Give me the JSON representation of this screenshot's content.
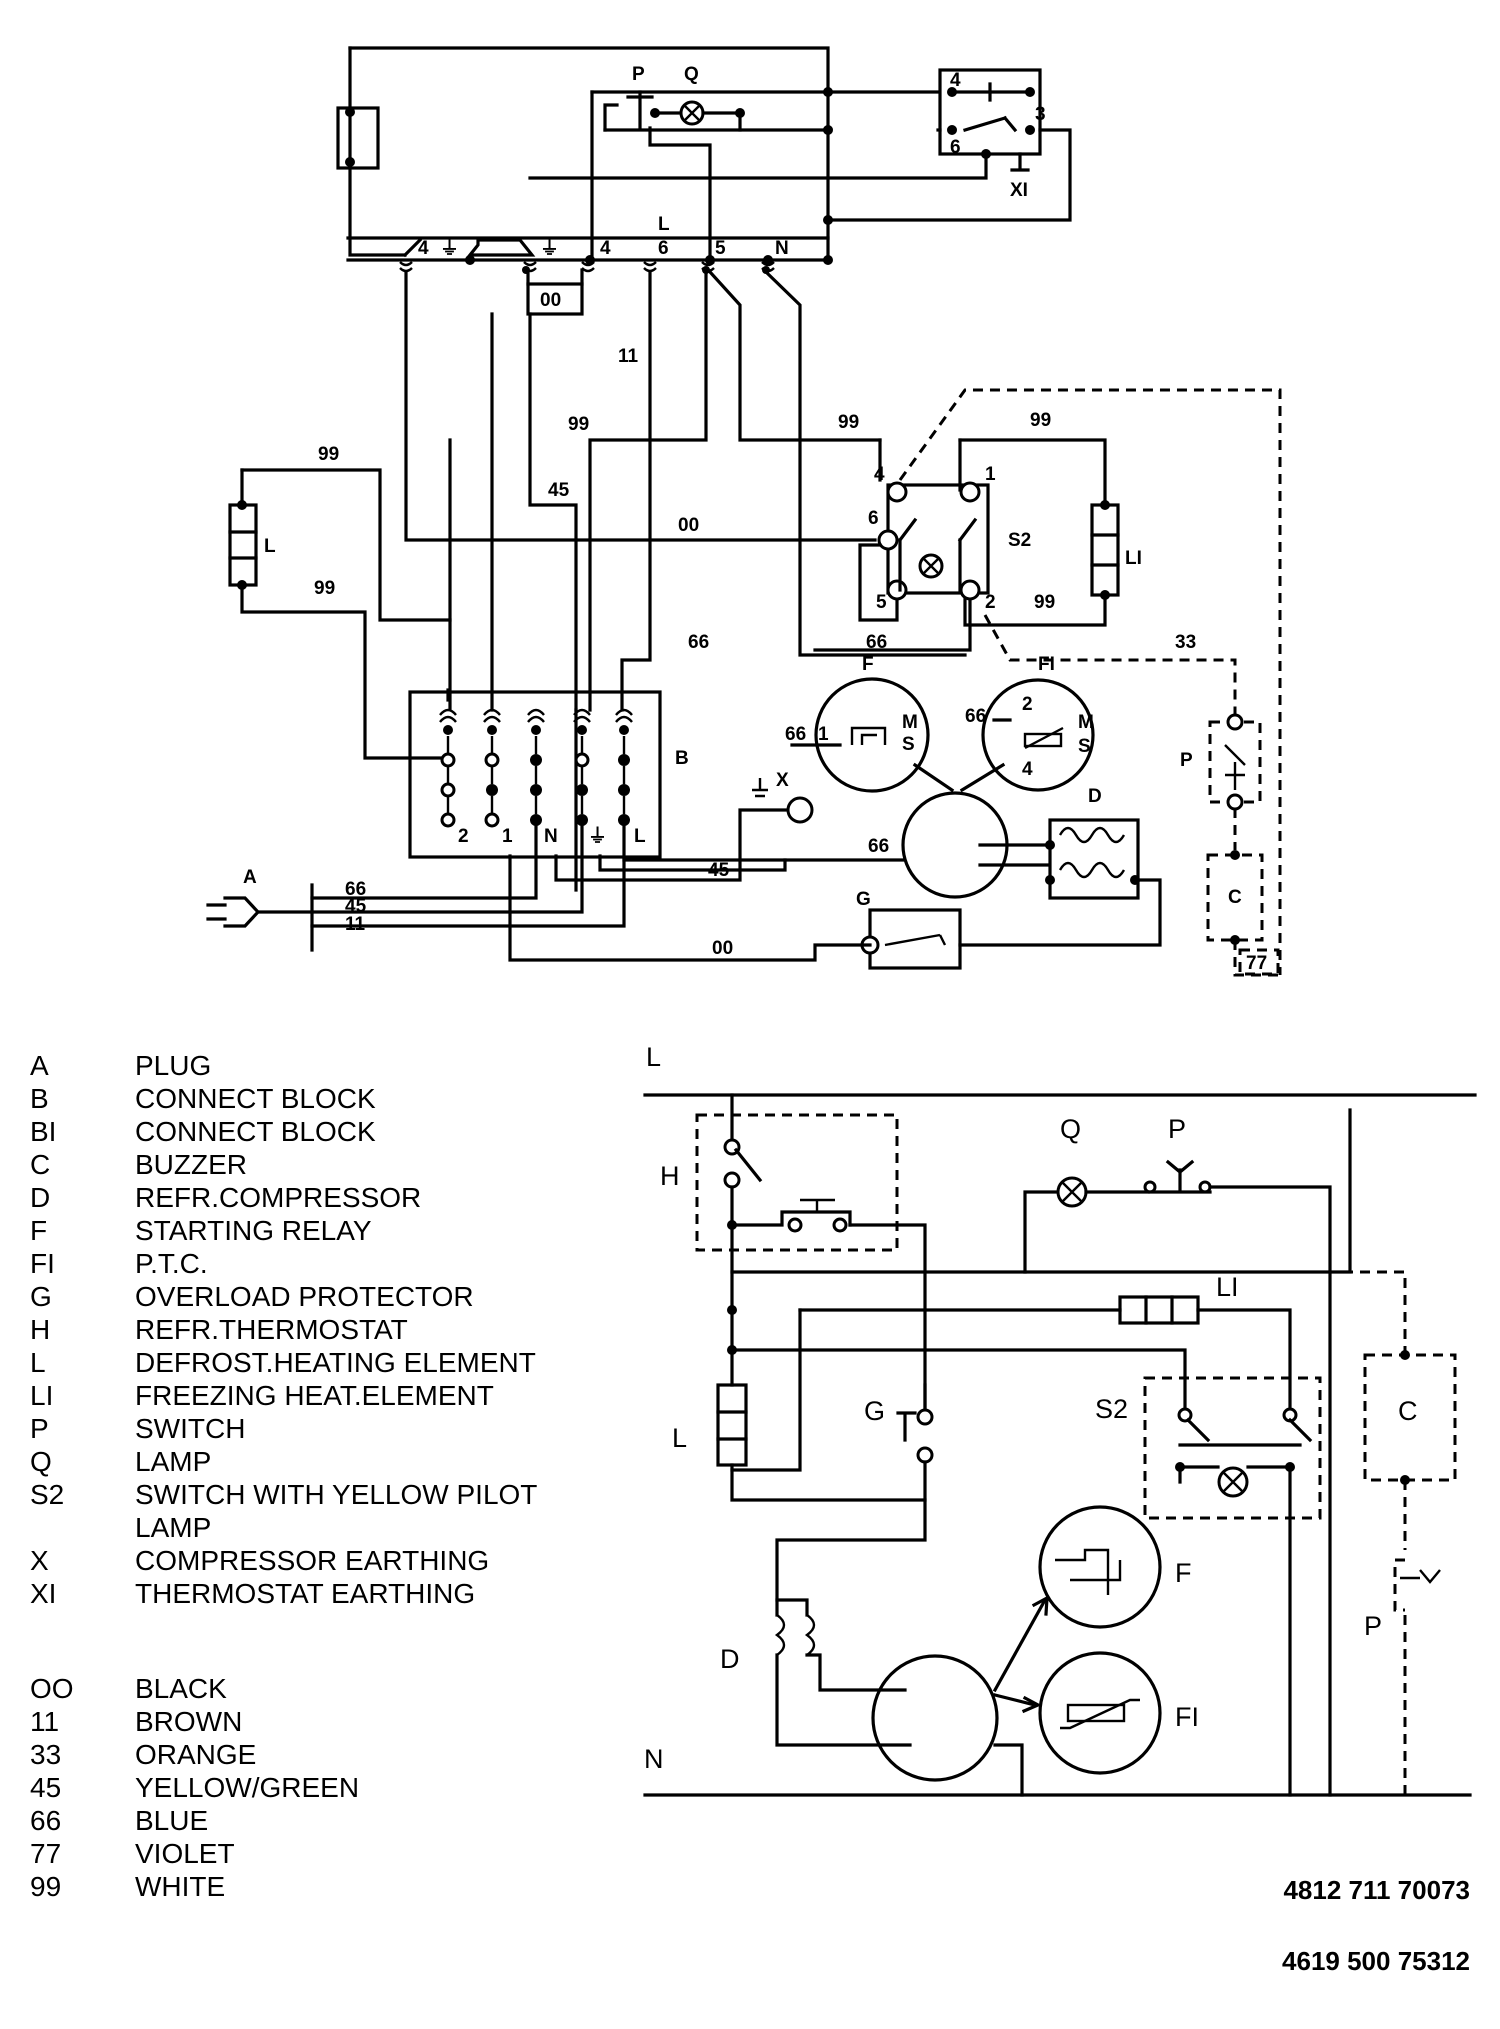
{
  "wiring_diagram": {
    "terminal_strip": [
      "4",
      "⏚",
      "⏚",
      "4",
      "L",
      "6",
      "5",
      "N"
    ],
    "thermostat_terminals": [
      "4",
      "3",
      "6"
    ],
    "thermostat_earth_label": "XI",
    "switch_top_labels": [
      "P",
      "Q"
    ],
    "wire_codes": {
      "black": "00",
      "brown": "11",
      "orange": "33",
      "yellow_green": "45",
      "blue": "66",
      "violet": "77",
      "white": "99"
    },
    "s2_terminals": [
      "4",
      "1",
      "6",
      "5",
      "2"
    ],
    "component_labels": {
      "s2": "S2",
      "li": "LI",
      "l": "L",
      "b": "B",
      "a": "A",
      "x": "X",
      "f": "F",
      "fi": "FI",
      "d": "D",
      "g": "G",
      "p": "P",
      "c": "C"
    },
    "block_terminals": [
      "2",
      "1",
      "N",
      "⏚",
      "L"
    ],
    "relay_terminals": [
      "1",
      "M",
      "S"
    ],
    "ptc_terminals": [
      "2",
      "M",
      "S",
      "4"
    ]
  },
  "schematic": {
    "line_label": "L",
    "neutral_label": "N",
    "components": {
      "h": "H",
      "q": "Q",
      "p_top": "P",
      "li": "LI",
      "s2": "S2",
      "c": "C",
      "l": "L",
      "g": "G",
      "f": "F",
      "d": "D",
      "fi": "FI",
      "p_side": "P"
    }
  },
  "legend": [
    {
      "code": "A",
      "description": "PLUG"
    },
    {
      "code": "B",
      "description": "CONNECT BLOCK"
    },
    {
      "code": "BI",
      "description": "CONNECT BLOCK"
    },
    {
      "code": "C",
      "description": "BUZZER"
    },
    {
      "code": "D",
      "description": "REFR.COMPRESSOR"
    },
    {
      "code": "F",
      "description": "STARTING RELAY"
    },
    {
      "code": "FI",
      "description": "P.T.C."
    },
    {
      "code": "G",
      "description": "OVERLOAD PROTECTOR"
    },
    {
      "code": "H",
      "description": "REFR.THERMOSTAT"
    },
    {
      "code": "L",
      "description": "DEFROST.HEATING ELEMENT"
    },
    {
      "code": "LI",
      "description": "FREEZING HEAT.ELEMENT"
    },
    {
      "code": "P",
      "description": "SWITCH"
    },
    {
      "code": "Q",
      "description": "LAMP"
    },
    {
      "code": "S2",
      "description": "SWITCH WITH YELLOW PILOT LAMP"
    },
    {
      "code": "X",
      "description": "COMPRESSOR EARTHING"
    },
    {
      "code": "XI",
      "description": "THERMOSTAT EARTHING"
    }
  ],
  "color_codes": [
    {
      "code": "OO",
      "color": "BLACK"
    },
    {
      "code": "11",
      "color": "BROWN"
    },
    {
      "code": "33",
      "color": "ORANGE"
    },
    {
      "code": "45",
      "color": "YELLOW/GREEN"
    },
    {
      "code": "66",
      "color": "BLUE"
    },
    {
      "code": "77",
      "color": "VIOLET"
    },
    {
      "code": "99",
      "color": "WHITE"
    }
  ],
  "part_numbers": [
    "4812 711 70073",
    "4619 500 75312"
  ]
}
